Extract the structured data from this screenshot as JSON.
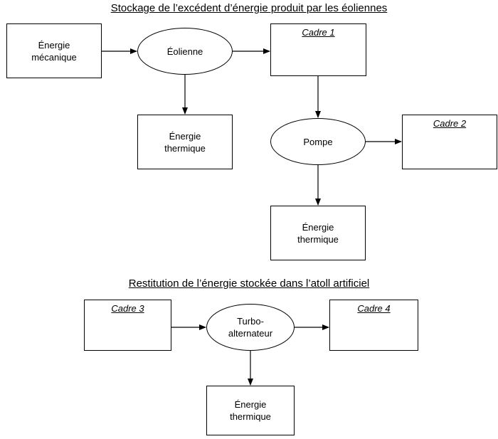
{
  "diagram": {
    "title_storage": "Stockage de l’excédent d’énergie produit par les éoliennes",
    "title_restitution": "Restitution de l’énergie stockée dans l’atoll artificiel",
    "energie_mecanique_1": "Énergie",
    "energie_mecanique_2": "mécanique",
    "eolienne": "Éolienne",
    "cadre_1": "Cadre 1",
    "cadre_2": "Cadre 2",
    "cadre_3": "Cadre 3",
    "cadre_4": "Cadre 4",
    "pompe": "Pompe",
    "turbo_1": "Turbo-",
    "turbo_2": "alternateur",
    "thermique_1": "Énergie",
    "thermique_2": "thermique"
  }
}
